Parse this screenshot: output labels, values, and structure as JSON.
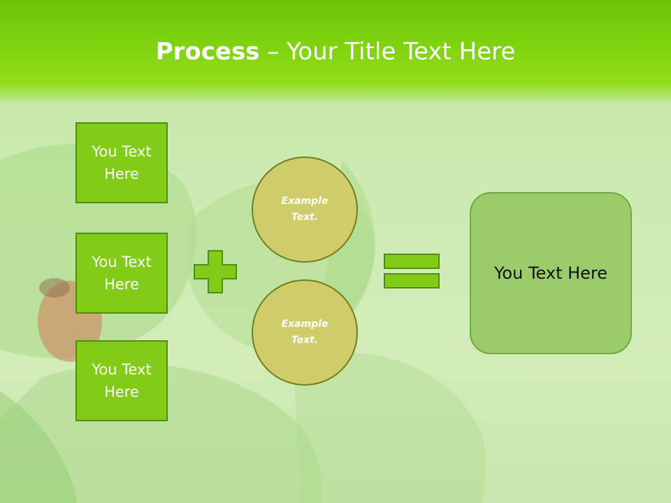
{
  "title": {
    "bold": "Process",
    "rest": " – Your Title Text Here"
  },
  "left_boxes": [
    {
      "label": "You Text\nHere"
    },
    {
      "label": "You Text\nHere"
    },
    {
      "label": "You Text\nHere"
    }
  ],
  "circles": [
    {
      "label": "Example\nText."
    },
    {
      "label": "Example\nText."
    }
  ],
  "result": {
    "label": "You Text Here"
  },
  "colors": {
    "header_green": "#7fd40e",
    "box_fill": "#80cc16",
    "box_border": "#4f8e10",
    "circle_fill": "#cfcc6a",
    "result_fill": "#9acc6a"
  },
  "icons": {
    "plus": "plus-icon",
    "equals": "equals-icon"
  }
}
